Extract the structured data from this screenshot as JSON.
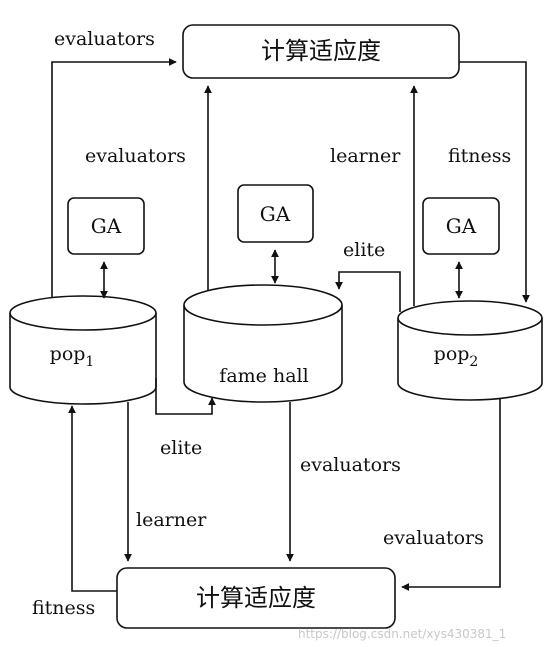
{
  "nodes": {
    "top_box": "计算适应度",
    "bottom_box": "计算适应度",
    "ga_left": "GA",
    "ga_middle": "GA",
    "ga_right": "GA",
    "pop1_base": "pop",
    "pop1_sub": "1",
    "fame_hall": "fame hall",
    "pop2_base": "pop",
    "pop2_sub": "2"
  },
  "edge_labels": {
    "evaluators_top_left": "evaluators",
    "evaluators_mid_left": "evaluators",
    "learner_top_right": "learner",
    "fitness_top_right": "fitness",
    "elite_right": "elite",
    "elite_left": "elite",
    "evaluators_center": "evaluators",
    "learner_bottom_left": "learner",
    "evaluators_bottom_right": "evaluators",
    "fitness_bottom_left": "fitness"
  },
  "watermark": "https://blog.csdn.net/xys430381_1"
}
